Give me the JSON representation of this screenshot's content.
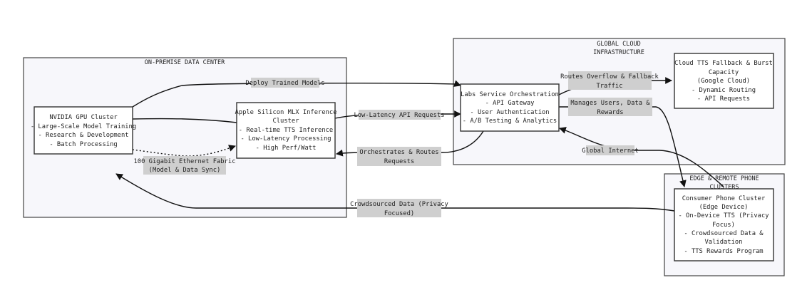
{
  "clusters": {
    "onprem": {
      "title": "ON-PREMISE DATA CENTER"
    },
    "cloud": {
      "title_line1": "GLOBAL CLOUD",
      "title_line2": "INFRASTRUCTURE"
    },
    "edge": {
      "title_line1": "EDGE & REMOTE PHONE",
      "title_line2": "CLUSTERS"
    }
  },
  "nodes": {
    "gpu": {
      "lines": [
        "NVIDIA GPU Cluster",
        "- Large-Scale Model Training",
        "- Research & Development",
        "- Batch Processing"
      ]
    },
    "mlx": {
      "lines": [
        "Apple Silicon MLX Inference",
        "Cluster",
        "- Real-time TTS Inference",
        "- Low-Latency Processing",
        "- High Perf/Watt"
      ]
    },
    "labs": {
      "lines": [
        "Labs Service Orchestration",
        "- API Gateway",
        "- User Authentication",
        "- A/B Testing & Analytics"
      ]
    },
    "tts": {
      "lines": [
        "Cloud TTS Fallback & Burst",
        "Capacity",
        "(Google Cloud)",
        "- Dynamic Routing",
        "- API Requests"
      ]
    },
    "phone": {
      "lines": [
        "Consumer Phone Cluster",
        "(Edge Device)",
        "- On-Device TTS (Privacy",
        "Focus)",
        "- Crowdsourced Data &",
        "Validation",
        "- TTS Rewards Program"
      ]
    }
  },
  "edges": {
    "deploy": {
      "lines": [
        "Deploy Trained Models"
      ]
    },
    "lowlatency": {
      "lines": [
        "Low-Latency API Requests"
      ]
    },
    "orchestrates": {
      "lines": [
        "Orchestrates & Routes",
        "Requests"
      ]
    },
    "fabric": {
      "lines": [
        "100 Gigabit Ethernet Fabric",
        "(Model & Data Sync)"
      ]
    },
    "overflow": {
      "lines": [
        "Routes Overflow & Fallback",
        "Traffic"
      ]
    },
    "manages": {
      "lines": [
        "Manages Users, Data &",
        "Rewards"
      ]
    },
    "internet": {
      "lines": [
        "Global Internet"
      ]
    },
    "crowd": {
      "lines": [
        "Crowdsourced Data (Privacy",
        "Focused)"
      ]
    }
  },
  "colors": {
    "cluster_fill": "#f7f7fb",
    "label_bg": "#cfcfcf",
    "stroke": "#111111"
  }
}
